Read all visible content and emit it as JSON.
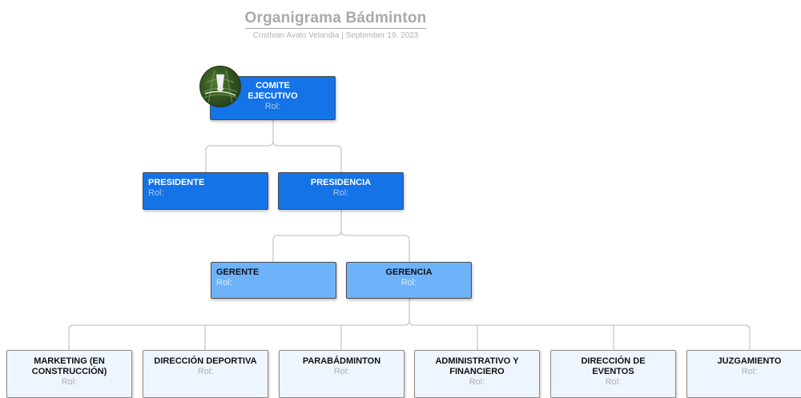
{
  "header": {
    "title": "Organigrama Bádminton",
    "author": "Cristhian Avalo Velandia",
    "separator": "|",
    "date": "September 19, 2023"
  },
  "nodes": {
    "comite": {
      "name_line1": "COMITE",
      "name_line2": "EJECUTIVO",
      "role": "Rol:"
    },
    "presidente": {
      "name": "PRESIDENTE",
      "role": "Rol:"
    },
    "presidencia": {
      "name": "PRESIDENCIA",
      "role": "Rol:"
    },
    "gerente": {
      "name": "GERENTE",
      "role": "Rol:"
    },
    "gerencia": {
      "name": "GERENCIA",
      "role": "Rol:"
    },
    "marketing": {
      "name_line1": "MARKETING (EN",
      "name_line2": "CONSTRUCCIÓN)",
      "role": "Rol:"
    },
    "direccion_deportiva": {
      "name": "DIRECCIÓN DEPORTIVA",
      "role": "Rol:"
    },
    "parabadminton": {
      "name": "PARABÁDMINTON",
      "role": "Rol:"
    },
    "administrativo": {
      "name_line1": "ADMINISTRATIVO Y",
      "name_line2": "FINANCIERO",
      "role": "Rol:"
    },
    "direccion_eventos": {
      "name_line1": "DIRECCIÓN DE",
      "name_line2": "EVENTOS",
      "role": "Rol:"
    },
    "juzgamiento": {
      "name": "JUZGAMIENTO",
      "role": "Rol:"
    }
  },
  "colors": {
    "level1": "#1473e6",
    "level2": "#6eb2fa",
    "level3": "#eef5ff",
    "connector": "#c8c8c8"
  },
  "icons": {
    "committee_photo": "badminton-shuttlecock-photo"
  }
}
